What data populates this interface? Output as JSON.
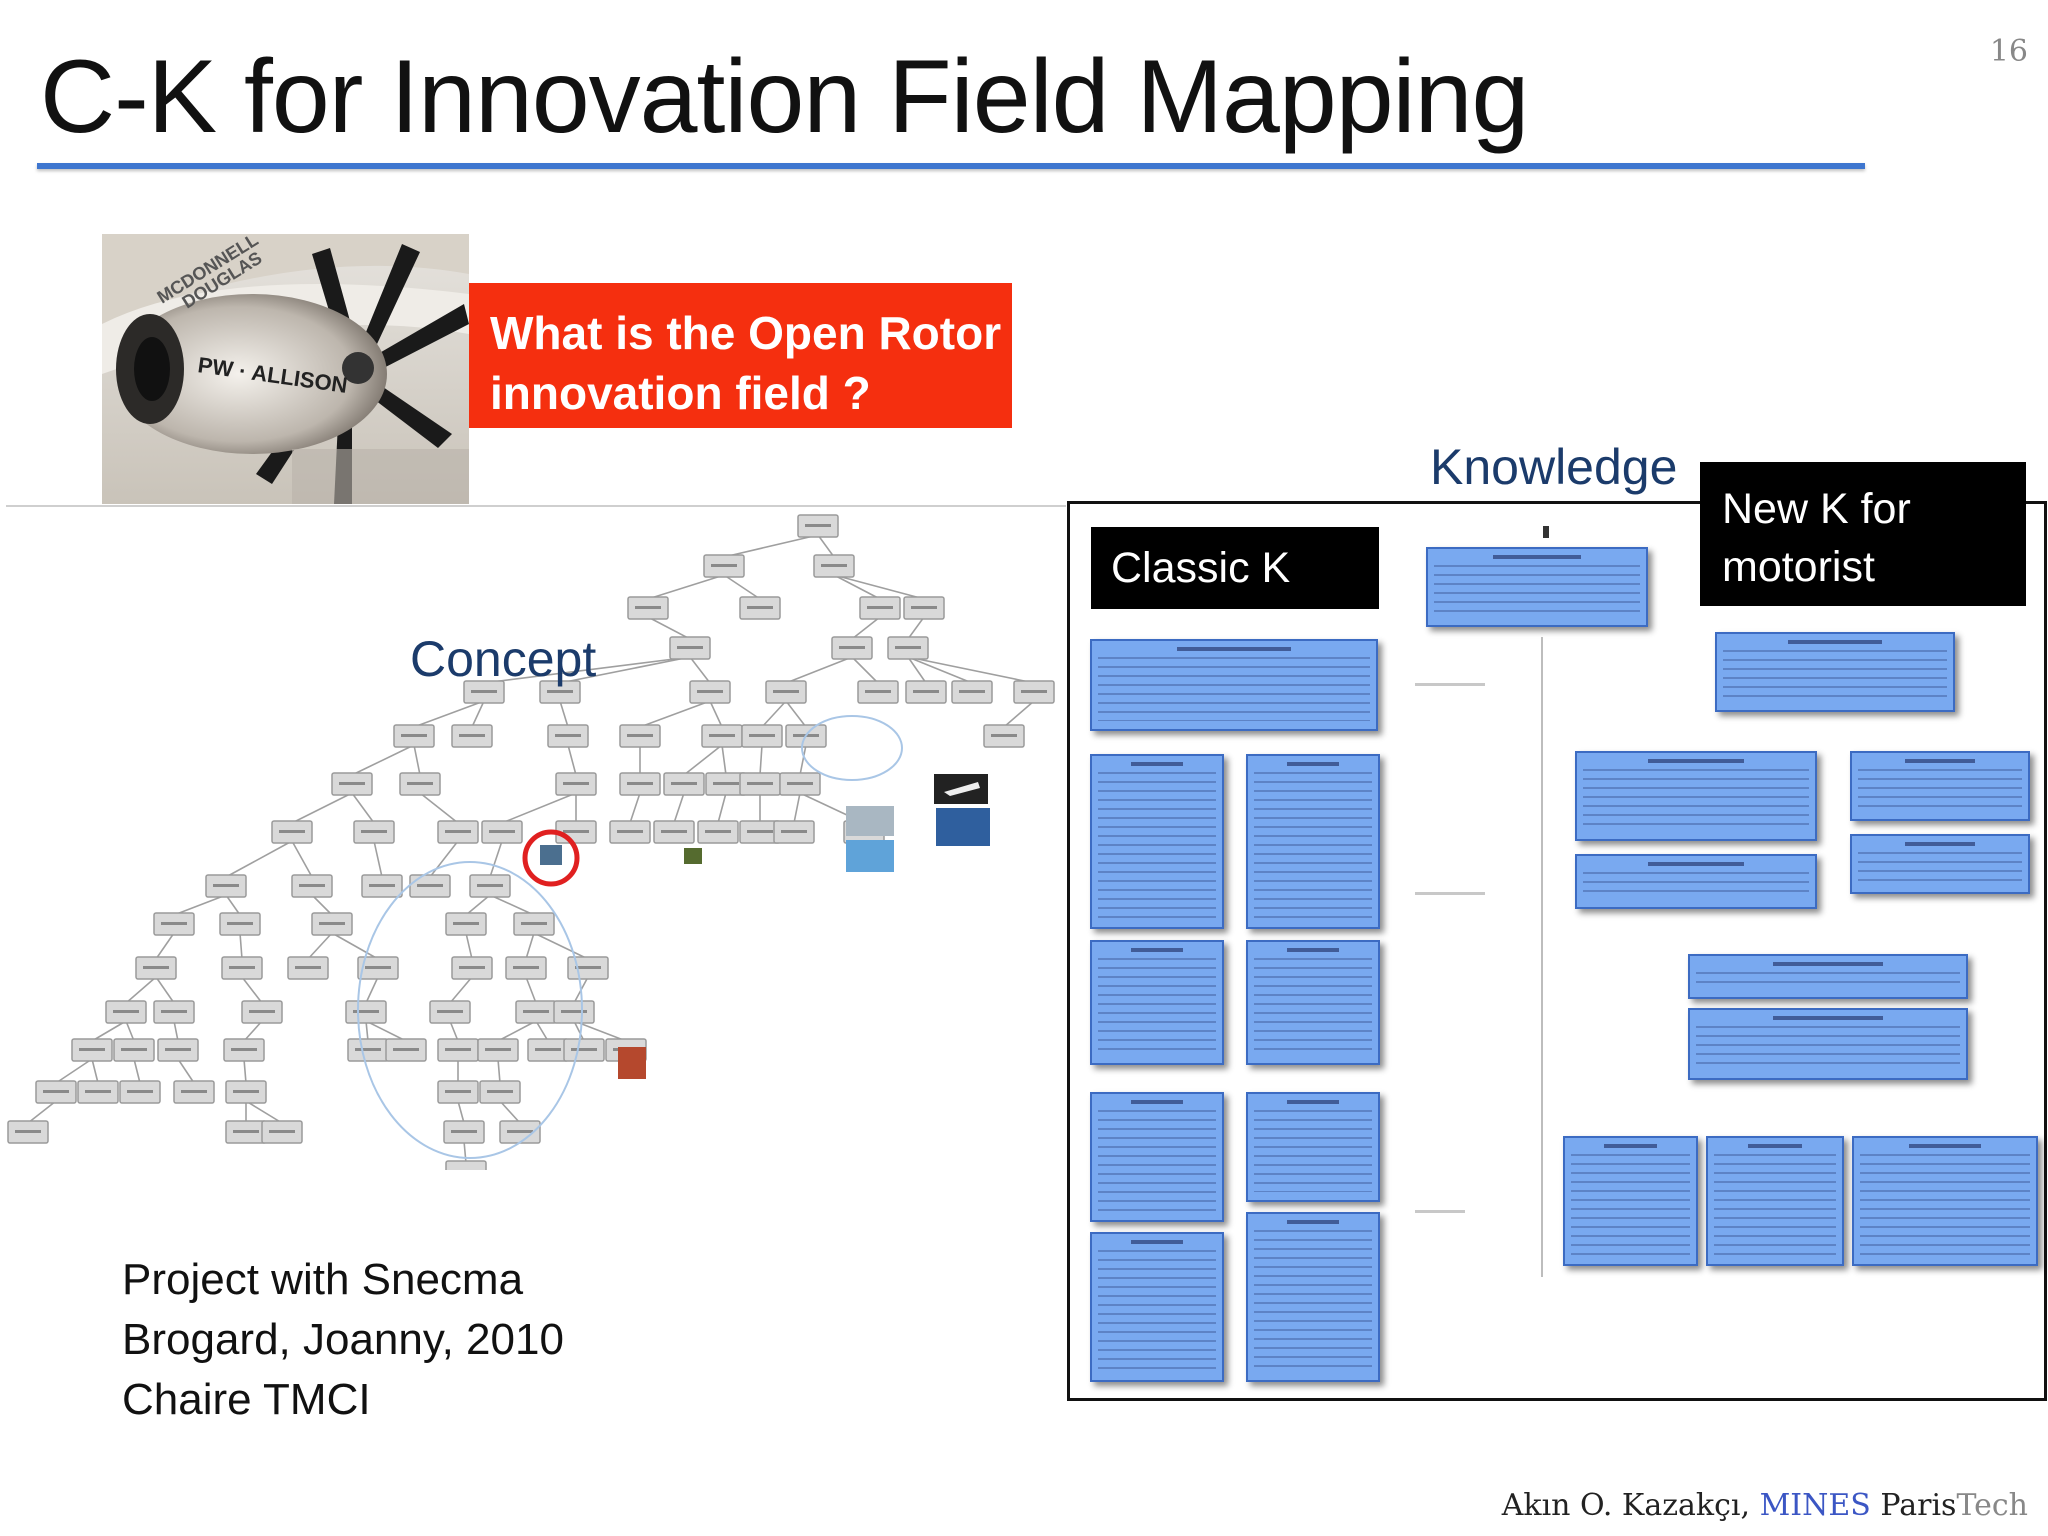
{
  "slide": {
    "title": "C-K for Innovation Field Mapping",
    "page_number": "16"
  },
  "photo": {
    "brand_text_1": "MCDONNELL DOUGLAS",
    "brand_text_2": "PW · ALLISON"
  },
  "question": {
    "line1": "What is the Open Rotor",
    "line2": "innovation field ?"
  },
  "concept": {
    "label": "Concept"
  },
  "knowledge": {
    "label": "Knowledge",
    "classic_label": "Classic K",
    "new_label_line1": "New K for",
    "new_label_line2": "motorist"
  },
  "project": {
    "line1": "Project with Snecma",
    "line2": "Brogard, Joanny, 2010",
    "line3": "Chaire TMCI"
  },
  "footer": {
    "author": "Akın O. Kazakçı, ",
    "mines": "MINES",
    "paris": " Paris",
    "tech": "Tech"
  },
  "colors": {
    "title_rule": "#3e76cf",
    "question_bg": "#f52f0f",
    "label_blue": "#1b3b6b",
    "knowledge_box": "#79a9f0"
  }
}
